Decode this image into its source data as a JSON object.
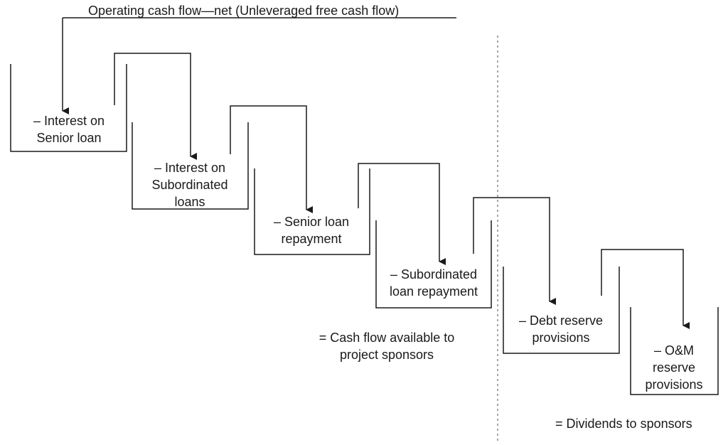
{
  "header": {
    "title": "Operating cash flow—net (Unleveraged free cash flow)"
  },
  "steps": [
    {
      "lines": [
        "– Interest on",
        "Senior loan"
      ]
    },
    {
      "lines": [
        "– Interest on",
        "Subordinated",
        "loans"
      ]
    },
    {
      "lines": [
        "– Senior loan",
        "repayment"
      ]
    },
    {
      "lines": [
        "– Subordinated",
        "loan repayment"
      ]
    },
    {
      "lines": [
        "– Debt reserve",
        "provisions"
      ]
    },
    {
      "lines": [
        "– O&M",
        "reserve",
        "provisions"
      ]
    }
  ],
  "results": {
    "cash_available": [
      "= Cash flow available to",
      "project sponsors"
    ],
    "dividends": "= Dividends to sponsors"
  }
}
